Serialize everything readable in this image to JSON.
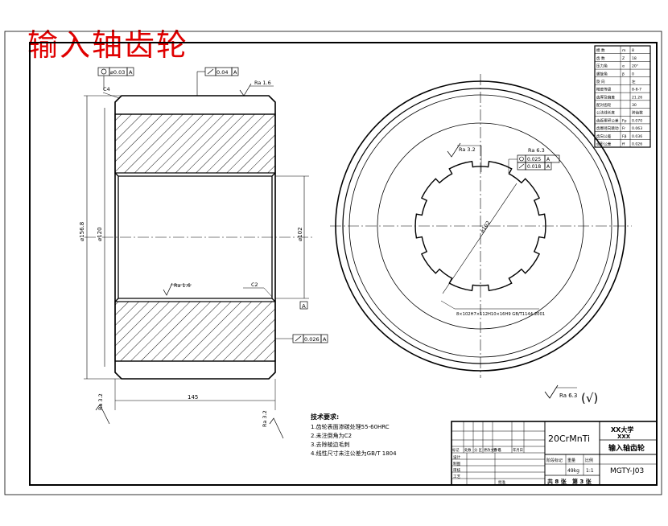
{
  "drawing_title": "输入轴齿轮",
  "annotations": {
    "cylindricity": "⌀0.03",
    "ref_a": "A",
    "runout_top": "0.04",
    "ra_top": "Ra 1.6",
    "chamfer_top": "C4",
    "ra_bore": "Ra 1.6",
    "chamfer_bore": "C2",
    "runout_bottom": "0.026",
    "dim_outer": "⌀156.8",
    "dim_mid": "⌀120",
    "dim_bore": "⌀102",
    "dim_width": "145",
    "ra_left": "Ra 3.2",
    "ra_right": "Ra 3.2",
    "ra_spline": "Ra 3.2",
    "ra_spline2": "Ra 6.3",
    "pos_1": "0.025",
    "pos_2": "0.018",
    "spline_dim": "⌀102",
    "spline_note": "8×102H7×112H10×16H9 GB/T1144-2001",
    "general_roughness": "Ra 6.3",
    "general_symbol": "(√)"
  },
  "gear_params": [
    {
      "name": "模 数",
      "sym": "m",
      "val": "8"
    },
    {
      "name": "齿 数",
      "sym": "Z",
      "val": "18"
    },
    {
      "name": "压力角",
      "sym": "α",
      "val": "20°"
    },
    {
      "name": "螺旋角",
      "sym": "β",
      "val": "0"
    },
    {
      "name": "旋 向",
      "sym": "",
      "val": "左"
    },
    {
      "name": "精度等级",
      "sym": "",
      "val": "8-8-7"
    },
    {
      "name": "齿厚及偏差",
      "sym": "",
      "val": "21.26"
    },
    {
      "name": "配对齿轮",
      "sym": "",
      "val": "30"
    },
    {
      "name": "公法线长度",
      "sym": "",
      "val": "跨齿数"
    },
    {
      "name": "齿距累积公差",
      "sym": "Fp",
      "val": "0.070"
    },
    {
      "name": "齿圈径向跳动",
      "sym": "Fr",
      "val": "0.063"
    },
    {
      "name": "齿向公差",
      "sym": "Fβ",
      "val": "0.036"
    },
    {
      "name": "齿形公差",
      "sym": "ff",
      "val": "0.026"
    }
  ],
  "tech_req": {
    "heading": "技术要求:",
    "items": [
      "1.齿轮表面渗碳处理55-60HRC",
      "2.未注倒角为C2",
      "3.去除棱边毛刺",
      "4.线性尺寸未注公差为GB/T 1804"
    ]
  },
  "title_block": {
    "material": "20CrMnTi",
    "school": "XX大学",
    "school_sub": "XXX",
    "part_name": "输入轴齿轮",
    "drawing_no": "MGTY-J03",
    "scale": "1:1",
    "mass": "49kg",
    "sheet_total": "共 8 张",
    "sheet_no": "第 3 张",
    "header_cells": [
      "标记",
      "处数",
      "分 区",
      "更改文件号",
      "签 名",
      "年月日"
    ],
    "row_labels": [
      "设计",
      "制图",
      "审核",
      "工艺"
    ],
    "stage_label": "阶段标记",
    "weight_label": "重量",
    "scale_label": "比例",
    "approve_label": "批准"
  }
}
